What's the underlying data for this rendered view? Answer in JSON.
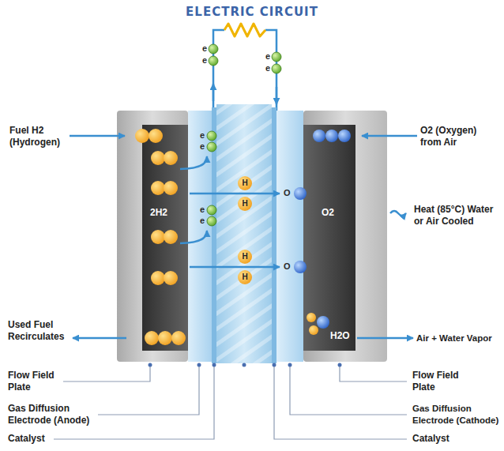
{
  "diagram": {
    "title": "ELECTRIC CIRCUIT",
    "labels": [
      "e",
      "e",
      "e",
      "e",
      "Fuel H2 (Hydrogen)",
      "O2 (Oxygen) from Air",
      "e",
      "e",
      "2H2",
      "O2",
      "H",
      "H",
      "O",
      "Heat (85°C) Water or Air Cooled",
      "e",
      "e",
      "H",
      "H",
      "O",
      "H2O",
      "Used Fuel Recirculates",
      "Air + Water Vapor",
      "Flow Field Plate",
      "Flow Field Plate",
      "Gas Diffusion Electrode (Anode)",
      "Gas Diffusion Electrode (Cathode)",
      "Catalyst",
      "Catalyst"
    ]
  }
}
